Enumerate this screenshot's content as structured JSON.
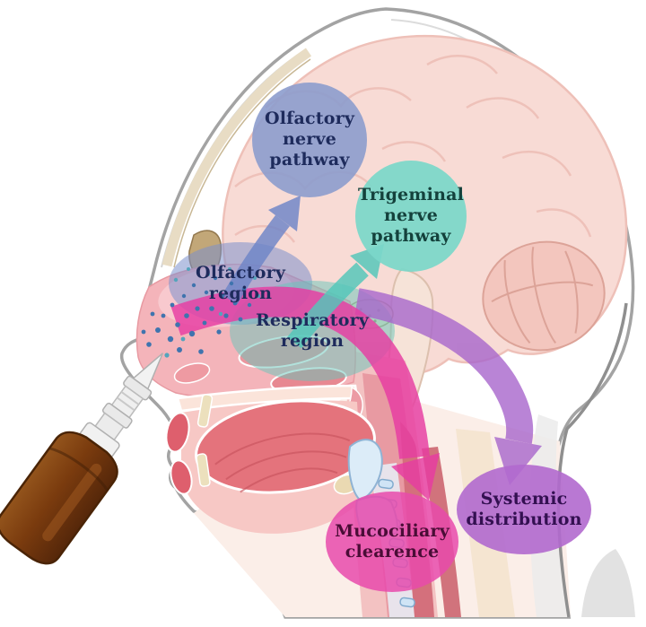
{
  "labels": {
    "olfactory_nerve_pathway": {
      "lines": [
        "Olfactory",
        "nerve",
        "pathway"
      ]
    },
    "trigeminal_nerve_pathway": {
      "lines": [
        "Trigeminal",
        "nerve",
        "pathway"
      ]
    },
    "olfactory_region": {
      "lines": [
        "Olfactory",
        "region"
      ]
    },
    "respiratory_region": {
      "lines": [
        "Respiratory",
        "region"
      ]
    },
    "mucociliary_clearence": {
      "lines": [
        "Mucociliary",
        "clearence"
      ]
    },
    "systemic_distribution": {
      "lines": [
        "Systemic",
        "distribution"
      ]
    }
  },
  "colors": {
    "olfactory_nerve_circle": "#8c9ccd",
    "trigeminal_nerve_circle": "#7bd7c9",
    "olfactory_region_fill": "#7c90cc",
    "respiratory_region_fill": "#66c6ba",
    "mucociliary_fill": "#e84aab",
    "systemic_fill": "#b169ce",
    "olfactory_arrow": "#6e85c8",
    "trigeminal_arrow": "#52c7ba",
    "mucociliary_arrow": "#e73ca2",
    "systemic_arrow": "#a866cc",
    "spray_droplets": "#3f74ae",
    "bottle_brown": "#7a3c10"
  }
}
